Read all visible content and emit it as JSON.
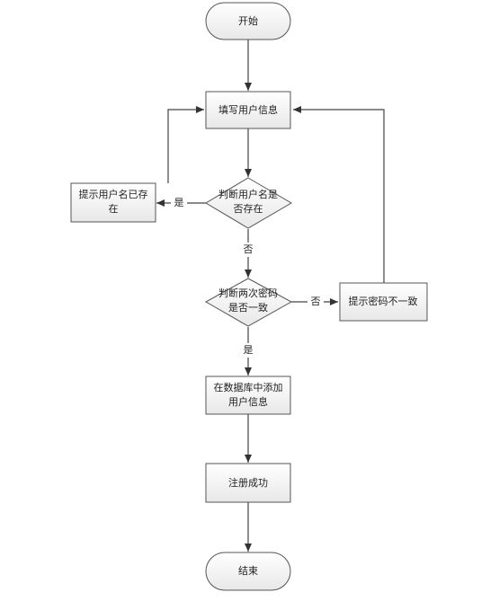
{
  "nodes": {
    "start": "开始",
    "fill_info": "填写用户信息",
    "check_user_line1": "判断用户名是",
    "check_user_line2": "否存在",
    "user_exists_line1": "提示用户名已存",
    "user_exists_line2": "在",
    "check_pwd_line1": "判断两次密码",
    "check_pwd_line2": "是否一致",
    "pwd_mismatch": "提示密码不一致",
    "add_db_line1": "在数据库中添加",
    "add_db_line2": "用户信息",
    "success": "注册成功",
    "end": "结束"
  },
  "edges": {
    "yes_user": "是",
    "no_user": "否",
    "no_pwd": "否",
    "yes_pwd": "是"
  }
}
